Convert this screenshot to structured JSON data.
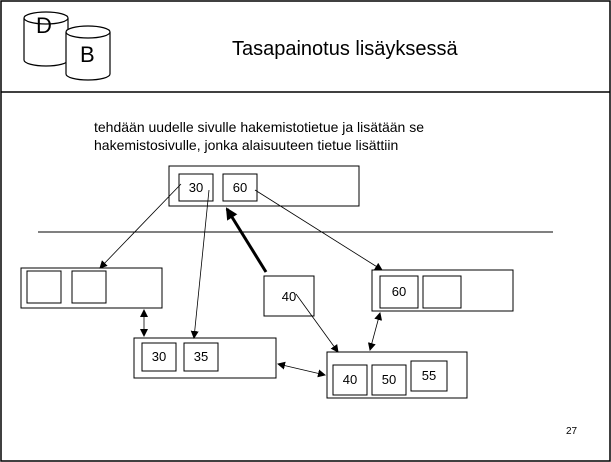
{
  "title": "Tasapainotus lisäyksessä",
  "logo": {
    "letter1": "D",
    "letter2": "B"
  },
  "body_lines": [
    "tehdään uudelle sivulle hakemistotietue ja lisätään se",
    "hakemistosivulle, jonka alaisuuteen tietue lisättiin"
  ],
  "page_number": "27",
  "root_page": {
    "keys": [
      "30",
      "60"
    ]
  },
  "leaf_left": {
    "keys": [
      "",
      ""
    ]
  },
  "leaf_mid": {
    "keys": [
      "30",
      "35"
    ]
  },
  "new_record": {
    "key": "40"
  },
  "new_leaf": {
    "keys": [
      "40",
      "50",
      "55"
    ]
  },
  "leaf_right": {
    "keys": [
      "60",
      ""
    ]
  }
}
